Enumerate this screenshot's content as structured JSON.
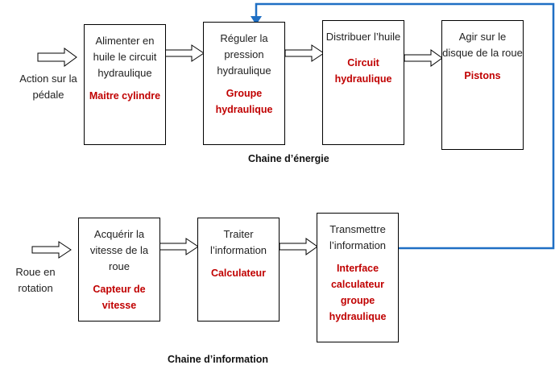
{
  "colors": {
    "accent": "#c00000",
    "feedback": "#1f6fc4"
  },
  "inputs": {
    "energy": "Action sur la pédale",
    "information": "Roue en rotation"
  },
  "energy_chain": {
    "title": "Chaine d’énergie",
    "blocks": [
      {
        "function": "Alimenter en huile le circuit hydraulique",
        "component": "Maitre cylindre"
      },
      {
        "function": "Réguler la pression hydraulique",
        "component": "Groupe hydraulique"
      },
      {
        "function": "Distribuer l’huile",
        "component": "Circuit hydraulique"
      },
      {
        "function": "Agir sur le disque de la roue",
        "component": "Pistons"
      }
    ]
  },
  "information_chain": {
    "title": "Chaine d’information",
    "blocks": [
      {
        "function": "Acquérir la vitesse de la roue",
        "component": "Capteur de vitesse"
      },
      {
        "function": "Traiter l’information",
        "component": "Calculateur"
      },
      {
        "function": "Transmettre l’information",
        "component": "Interface calculateur groupe hydraulique"
      }
    ]
  }
}
